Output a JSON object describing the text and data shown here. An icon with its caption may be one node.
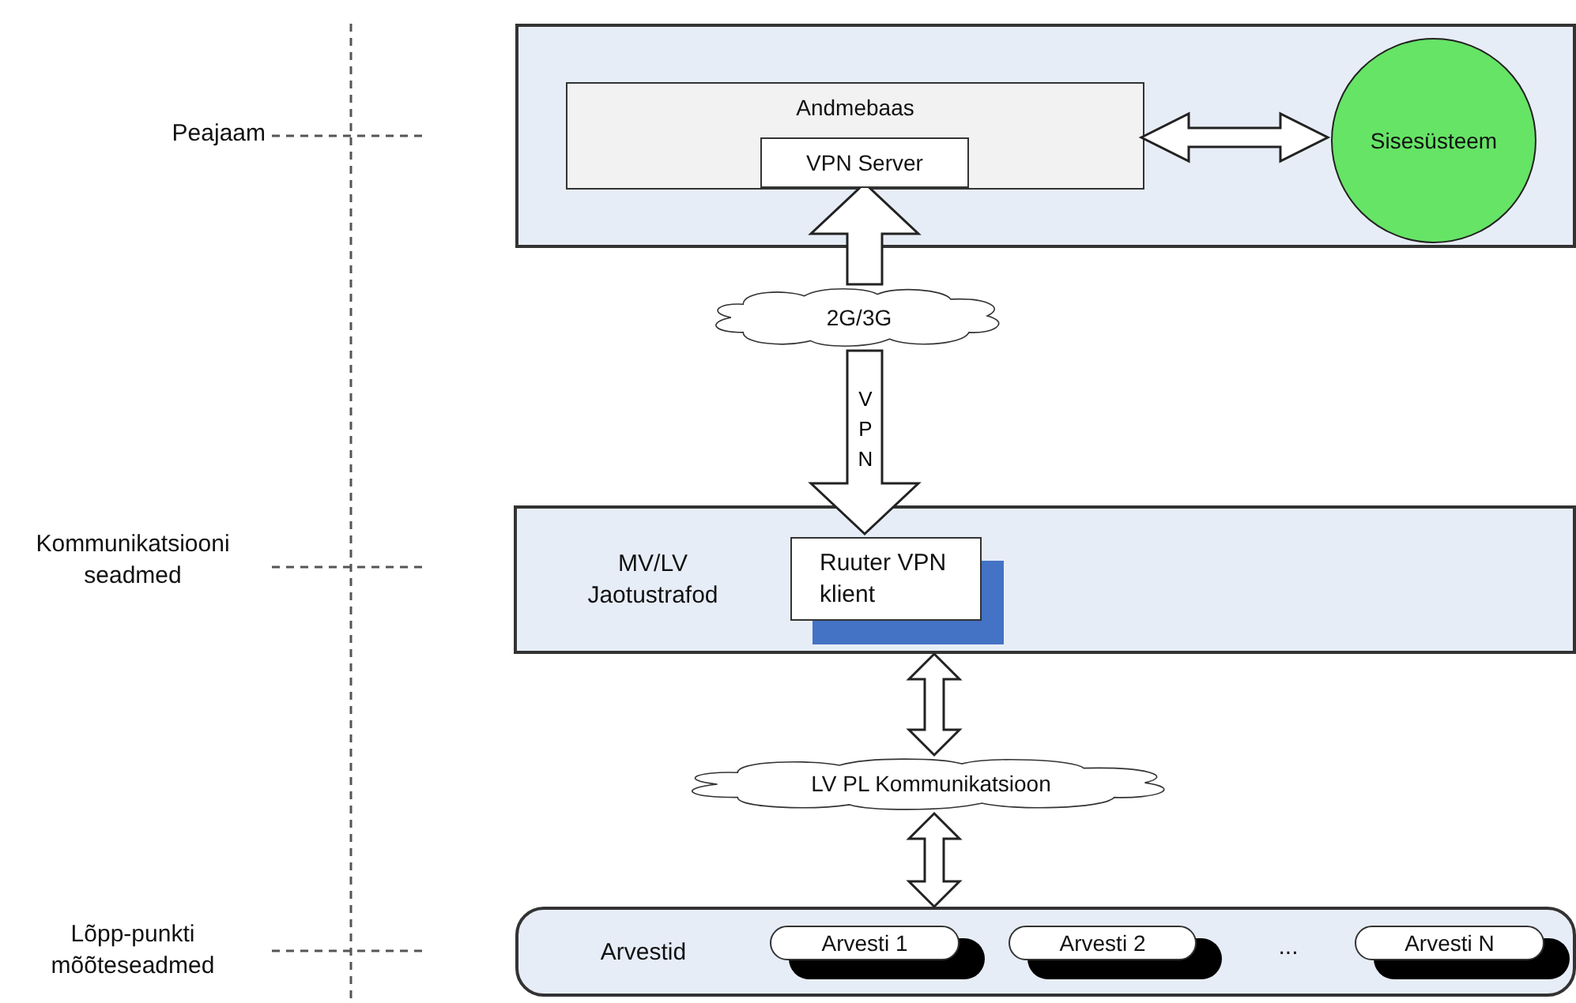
{
  "diagram": {
    "nodes": [
      {
        "text": [],
        "shape": "box"
      },
      {
        "text": [
          "Andmebaas"
        ],
        "in": 0
      },
      {
        "text": [
          "VPN Server"
        ],
        "in": 1
      },
      {
        "text": [
          "Sisesüsteem"
        ],
        "in": 0
      },
      {
        "text": [
          "2G/3G"
        ]
      },
      {
        "text": [
          "MV/LV Jaotustrafod"
        ]
      },
      {
        "text": [
          "Ruuter VPN klient"
        ],
        "in": 5
      },
      {
        "text": [
          "LV PL Kommunikatsioon"
        ]
      },
      {
        "text": [
          "Arvestid"
        ]
      },
      {
        "text": [
          "Arvesti 1"
        ],
        "in": 8
      },
      {
        "text": [
          "Arvesti 2"
        ],
        "in": 8
      },
      {
        "text": [
          "Arvesti N"
        ],
        "in": 8
      }
    ],
    "edges": [
      {
        "from": 1,
        "to": 3,
        "arrow": "both"
      },
      {
        "from": 4,
        "to": 2,
        "arrow": "to"
      },
      {
        "from": 4,
        "to": 6,
        "arrow": "to",
        "label": "VPN"
      },
      {
        "from": 5,
        "to": 7,
        "arrow": "both"
      },
      {
        "from": 7,
        "to": 8,
        "arrow": "both"
      }
    ],
    "labels": [
      "Peajaam",
      "Kommunikatsiooni seadmed",
      "...",
      "Lõpp-punkti mõõteseadmed"
    ]
  }
}
